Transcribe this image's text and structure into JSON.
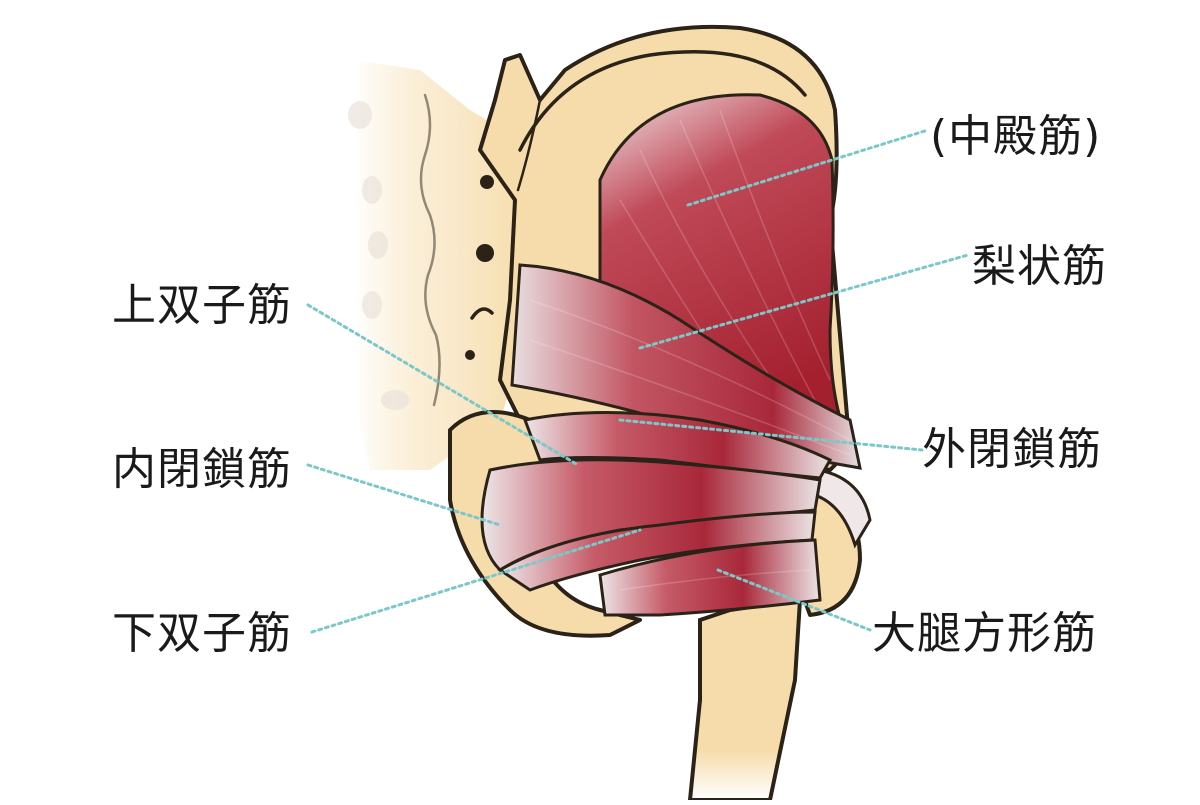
{
  "labels": {
    "gluteus_medius": "(中殿筋)",
    "piriformis": "梨状筋",
    "gemellus_superior": "上双子筋",
    "obturator_externus": "外閉鎖筋",
    "obturator_internus": "内閉鎖筋",
    "gemellus_inferior": "下双子筋",
    "quadratus_femoris": "大腿方形筋"
  },
  "colors": {
    "bone": "#f6dcaa",
    "muscle": "#a8283a",
    "tendon": "#e6dfe0",
    "leader": "#7cc8c9"
  }
}
